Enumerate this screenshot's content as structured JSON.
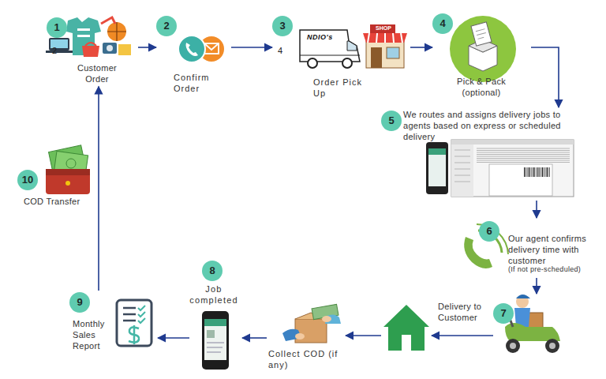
{
  "diagram": {
    "nodes": [
      {
        "text": [
          "1",
          "Customer Order"
        ]
      },
      {
        "text": [
          "2",
          "Confirm Order"
        ]
      },
      {
        "text": [
          "3",
          "Order Pick Up"
        ]
      },
      {
        "text": [
          "4",
          "Pick & Pack (optional)"
        ]
      },
      {
        "text": [
          "5",
          "We routes and assigns delivery jobs to agents based on express or scheduled delivery"
        ]
      },
      {
        "text": [
          "6",
          "Our agent confirms delivery time with customer",
          "(If not pre-scheduled)"
        ]
      },
      {
        "text": [
          "7"
        ]
      },
      {
        "text": [
          "Delivery to Customer"
        ]
      },
      {
        "text": [
          "Collect COD (if any)"
        ]
      },
      {
        "text": [
          "8",
          "Job completed"
        ]
      },
      {
        "text": [
          "9",
          "Monthly Sales Report"
        ]
      },
      {
        "text": [
          "10",
          "COD Transfer"
        ]
      }
    ],
    "edges": [
      {
        "from": 0,
        "to": 1,
        "arrow": "to"
      },
      {
        "from": 1,
        "to": 2,
        "arrow": "to"
      },
      {
        "from": 2,
        "to": 3,
        "arrow": "to"
      },
      {
        "from": 3,
        "to": 4,
        "arrow": "to"
      },
      {
        "from": 4,
        "to": 5,
        "arrow": "to"
      },
      {
        "from": 5,
        "to": 6,
        "arrow": "to"
      },
      {
        "from": 6,
        "to": 7,
        "arrow": "to"
      },
      {
        "from": 7,
        "to": 8,
        "arrow": "to"
      },
      {
        "from": 8,
        "to": 9,
        "arrow": "to"
      },
      {
        "from": 9,
        "to": 10,
        "arrow": "to"
      },
      {
        "from": 10,
        "to": 0,
        "arrow": "to"
      }
    ],
    "labels": [
      "2",
      "4",
      "NDIO's",
      "SHOP"
    ]
  }
}
